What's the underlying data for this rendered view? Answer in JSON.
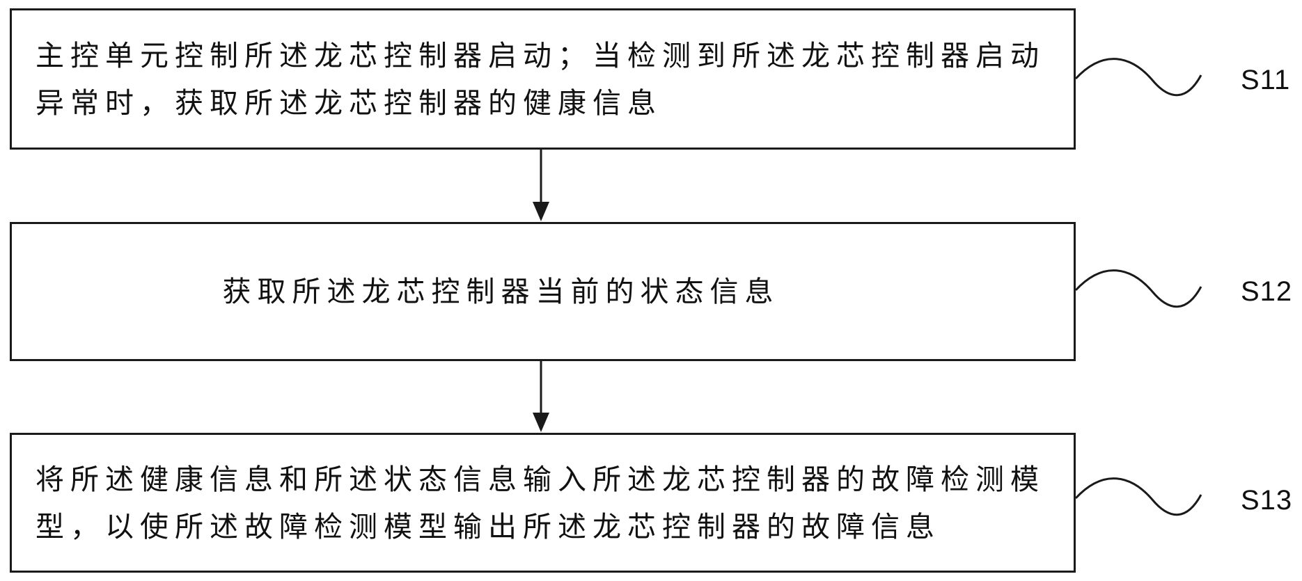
{
  "steps": [
    {
      "label": "S11",
      "text": "主控单元控制所述龙芯控制器启动；当检测到所述龙芯控制器启动异常时，获取所述龙芯控制器的健康信息"
    },
    {
      "label": "S12",
      "text": "获取所述龙芯控制器当前的状态信息"
    },
    {
      "label": "S13",
      "text": "将所述健康信息和所述状态信息输入所述龙芯控制器的故障检测模型，以使所述故障检测模型输出所述龙芯控制器的故障信息"
    }
  ],
  "colors": {
    "line": "#1a1a1a",
    "background": "#ffffff",
    "text": "#111111"
  }
}
